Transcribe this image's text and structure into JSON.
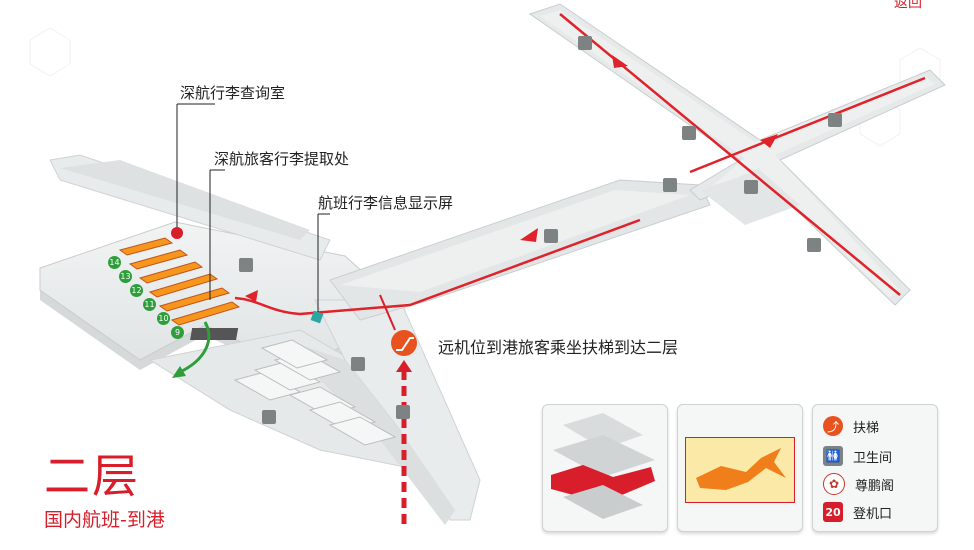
{
  "top_link": "返回",
  "floor": {
    "title": "二层",
    "subtitle": "国内航班-到港"
  },
  "callouts": {
    "baggage_inquiry": "深航行李查询室",
    "baggage_claim": "深航旅客行李提取处",
    "info_screen": "航班行李信息显示屏",
    "escalator_note": "远机位到港旅客乘坐扶梯到达二层"
  },
  "carousels": [
    "14",
    "13",
    "12",
    "11",
    "10",
    "9"
  ],
  "legend": {
    "items": [
      {
        "icon": "escalator-icon",
        "label": "扶梯",
        "color": "#e8521e"
      },
      {
        "icon": "restroom-icon",
        "label": "卫生间",
        "color": "#7d8383"
      },
      {
        "icon": "vip-lounge-icon",
        "label": "尊鹏阁",
        "color": "#c0392b"
      },
      {
        "icon": "gate-icon",
        "label": "登机口",
        "badge": "20",
        "color": "#d81e2a"
      }
    ]
  },
  "colors": {
    "accent": "#d81e2a",
    "route": "#e0222a",
    "exit": "#2e9e3a",
    "floor_plate": "#e9ecec",
    "orange": "#f07e1b"
  }
}
